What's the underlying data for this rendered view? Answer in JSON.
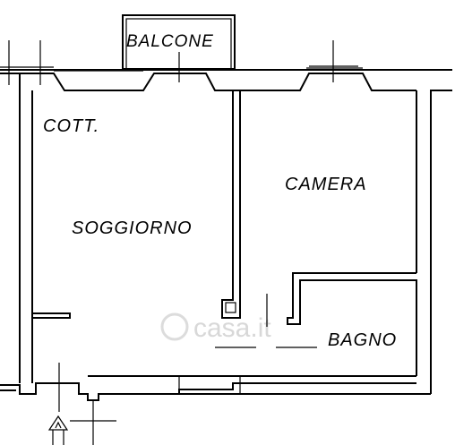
{
  "rooms": {
    "balcony": "BALCONE",
    "kitchenette": "COTT.",
    "living": "SOGGIORNO",
    "bedroom": "CAMERA",
    "bathroom": "BAGNO"
  },
  "watermark": "casa.it"
}
